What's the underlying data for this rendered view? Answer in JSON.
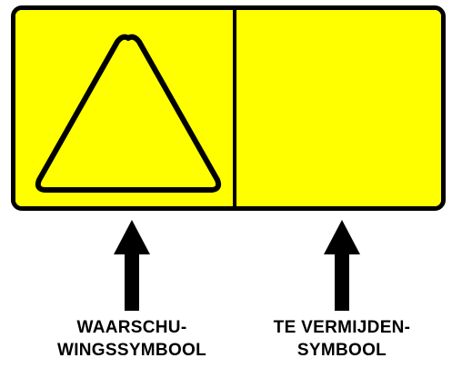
{
  "colors": {
    "panel_fill": "#ffff00",
    "outline": "#000000",
    "background": "#ffffff"
  },
  "sections": [
    {
      "name": "warning-symbol-area",
      "icon": "warning-triangle-icon",
      "caption_lines": [
        "WAARSCHU-",
        "WINGSSYMBOOL"
      ]
    },
    {
      "name": "avoidance-symbol-area",
      "icon": null,
      "caption_lines": [
        "TE VERMIJDEN-",
        "SYMBOOL"
      ]
    }
  ]
}
